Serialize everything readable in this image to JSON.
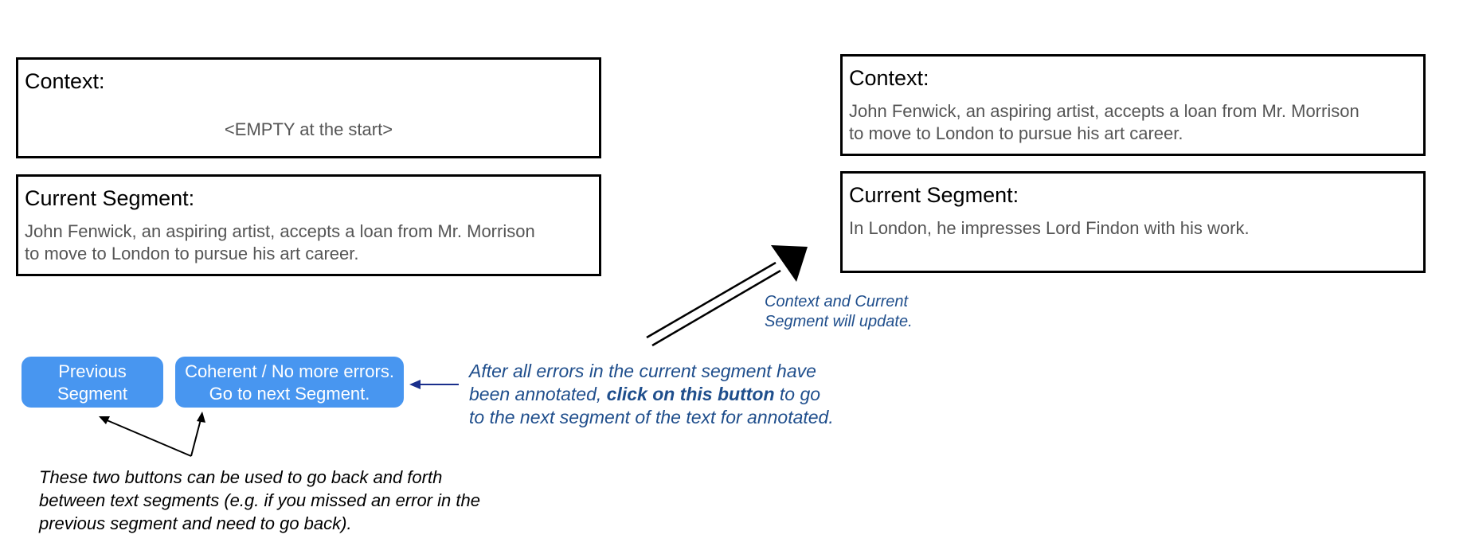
{
  "left_context": {
    "heading": "Context:",
    "text": "<EMPTY at the start>"
  },
  "left_segment": {
    "heading": "Current Segment:",
    "line1": "John Fenwick, an aspiring artist, accepts a loan from Mr. Morrison",
    "line2": "to move to London to pursue his art career."
  },
  "right_context": {
    "heading": "Context:",
    "line1": "John Fenwick, an aspiring artist, accepts a loan from Mr. Morrison",
    "line2": "to move to London to pursue his art career."
  },
  "right_segment": {
    "heading": "Current Segment:",
    "text": "In London, he impresses Lord Findon with his work."
  },
  "buttons": {
    "previous_line1": "Previous",
    "previous_line2": "Segment",
    "next_line1": "Coherent / No more errors.",
    "next_line2": "Go to next Segment."
  },
  "notes": {
    "update_line1": "Context and Current",
    "update_line2": "Segment will update.",
    "next_line1": "After all errors in the current segment have",
    "next_line2_pre": "been annotated, ",
    "next_line2_bold": "click on this button",
    "next_line2_post": " to go",
    "next_line3": "to the next segment of the text for annotated.",
    "nav_line1": "These two buttons can be used to go back and forth",
    "nav_line2": "between text segments (e.g. if you missed an error in the",
    "nav_line3": "previous segment and need to go back)."
  },
  "colors": {
    "button": "#4896f0",
    "note_blue": "#1f4e8c",
    "arrow_blue": "#1a2f8c"
  }
}
